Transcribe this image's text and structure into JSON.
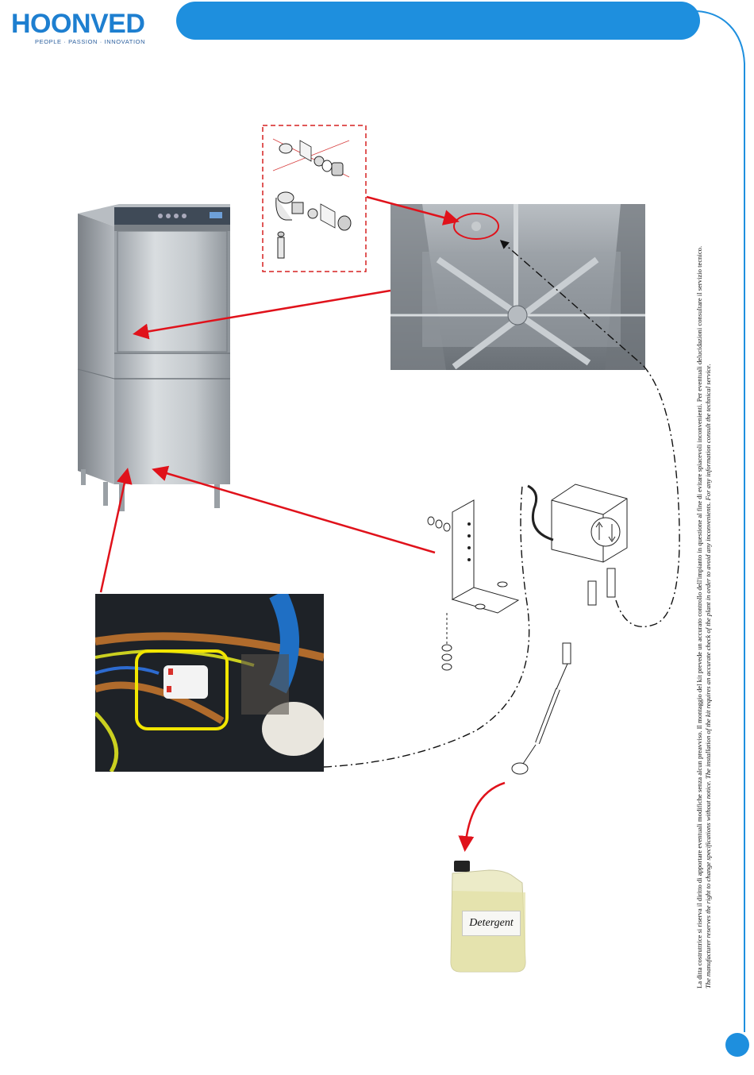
{
  "header": {
    "brand": "HOONVED",
    "tagline": "PEOPLE · PASSION · INNOVATION",
    "accent_color": "#1e8fde"
  },
  "disclaimer": {
    "it": "La ditta costruttrice si riserva il diritto di apportare eventuali modifiche senza alcun preavviso. Il montaggio del kit prevede un accurato controllo dell'impianto in questione al fine di evitare spiacevoli inconvenienti. Per eventuali delucidazioni consultare il servizio tecnico.",
    "en": "The manufacturer reserves the right to change specifications without notice. The installation of the kit requires an accurate check of the plant in order to avoid any inconvenients. For any information consult the technical service."
  },
  "figure": {
    "detergent_label": "Detergent",
    "arrow_color": "#e0121b",
    "highlight_color": "#f2e600",
    "dashed_box_color": "#d62020"
  }
}
